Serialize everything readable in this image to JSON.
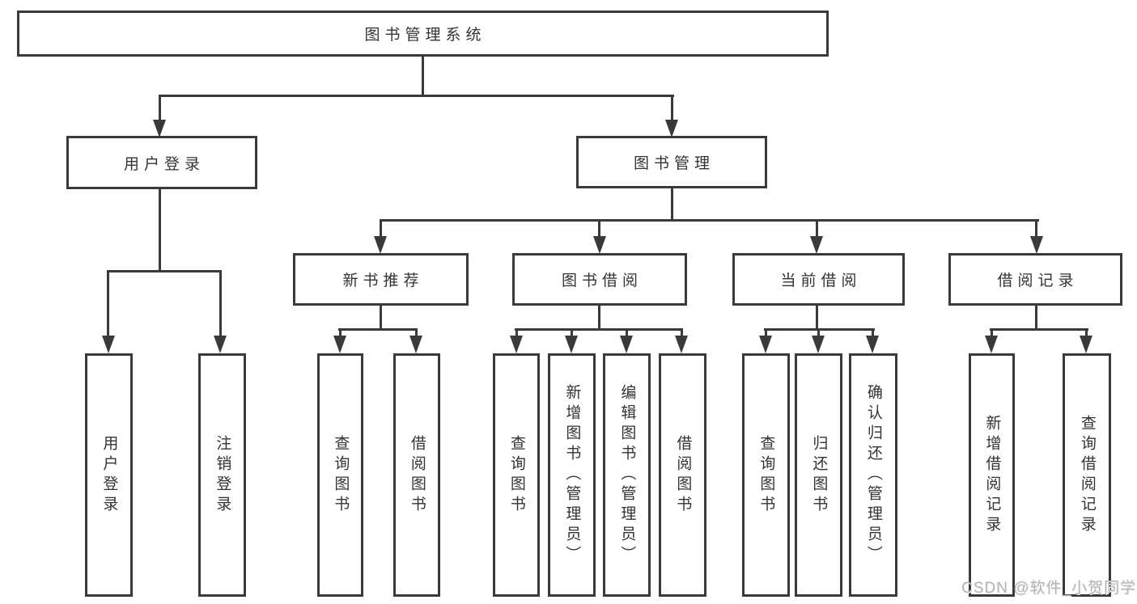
{
  "diagram": {
    "root": "图书管理系统",
    "level2": {
      "user_login": "用户登录",
      "book_mgmt": "图书管理"
    },
    "level3": {
      "new_books": "新书推荐",
      "book_borrow": "图书借阅",
      "current_borrow": "当前借阅",
      "borrow_records": "借阅记录"
    },
    "leaves": {
      "login": [
        "用户登录",
        "注销登录"
      ],
      "newbooks": [
        "查询图书",
        "借阅图书"
      ],
      "borrow": [
        "查询图书",
        "新增图书（管理员）",
        "编辑图书（管理员）",
        "借阅图书"
      ],
      "current": [
        "查询图书",
        "归还图书",
        "确认归还（管理员）"
      ],
      "records": [
        "新增借阅记录",
        "查询借阅记录"
      ]
    }
  },
  "watermark": "CSDN @软件_小贺同学",
  "colors": {
    "line": "#3a3a3a",
    "text": "#333333",
    "watermark": "#b4b4b4",
    "background": "#ffffff"
  }
}
